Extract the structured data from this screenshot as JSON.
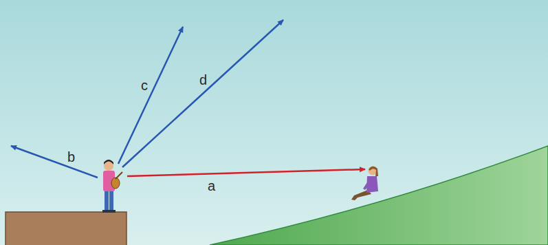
{
  "diagram": {
    "labels": [
      "c",
      "d",
      "b",
      "a"
    ]
  }
}
